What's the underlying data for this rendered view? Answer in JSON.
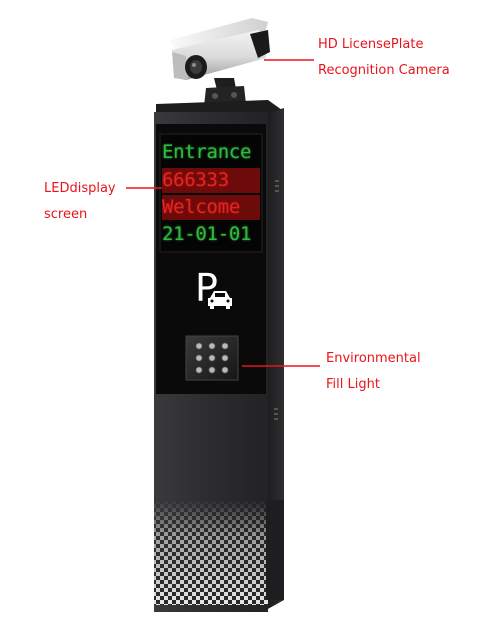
{
  "labels": {
    "camera_line1": "HD LicensePlate",
    "camera_line2": "Recognition Camera",
    "display_line1": "LEDdisplay",
    "display_line2": "screen",
    "light_line1": "Environmental",
    "light_line2": "Fill Light"
  },
  "led_display": {
    "line1": "Entrance",
    "line2": "666333",
    "line3": "Welcome",
    "line4": "21-01-01"
  },
  "parking_sign": {
    "letter": "P",
    "icon": "car-icon"
  },
  "colors": {
    "callout_text": "#e8141c",
    "led_green": "#35d247",
    "led_red": "#ff2a25",
    "pillar_dark": "#2b2b2d",
    "panel_black": "#0a0a0a"
  }
}
